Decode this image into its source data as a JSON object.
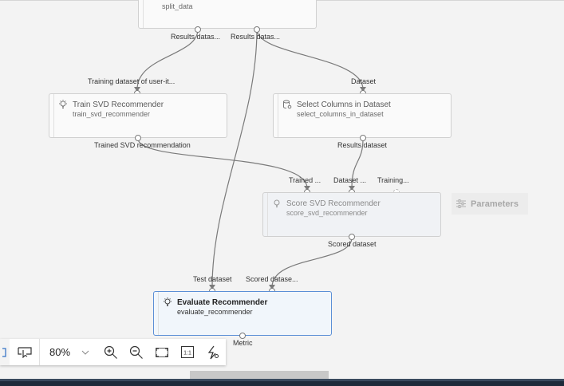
{
  "canvas": {
    "nodes": [
      {
        "id": "split_data",
        "title": "",
        "subtitle": "split_data",
        "outputs": [
          "Results datas...",
          "Results datas..."
        ]
      },
      {
        "id": "train_svd",
        "title": "Train SVD Recommender",
        "subtitle": "train_svd_recommender",
        "inputs": [
          "Training dataset of user-it..."
        ],
        "outputs": [
          "Trained SVD recommendation"
        ]
      },
      {
        "id": "select_columns",
        "title": "Select Columns in Dataset",
        "subtitle": "select_columns_in_dataset",
        "inputs": [
          "Dataset"
        ],
        "outputs": [
          "Results dataset"
        ]
      },
      {
        "id": "score_svd",
        "title": "Score SVD Recommender",
        "subtitle": "score_svd_recommender",
        "inputs": [
          "Trained ...",
          "Dataset ...",
          "Training..."
        ],
        "outputs": [
          "Scored dataset"
        ]
      },
      {
        "id": "evaluate",
        "title": "Evaluate Recommender",
        "subtitle": "evaluate_recommender",
        "inputs": [
          "Test dataset",
          "Scored datase..."
        ],
        "outputs": [
          "Metric"
        ]
      }
    ],
    "parameters_label": "Parameters"
  },
  "toolbar": {
    "zoom_level": "80%",
    "icons": [
      "pan-icon",
      "select-icon",
      "zoom-in-icon",
      "zoom-out-icon",
      "fit-screen-icon",
      "actual-size-icon",
      "auto-layout-icon"
    ]
  },
  "colors": {
    "accent": "#5b8fd6",
    "canvas": "#f3f3f3",
    "footer": "#1e2a3a"
  }
}
